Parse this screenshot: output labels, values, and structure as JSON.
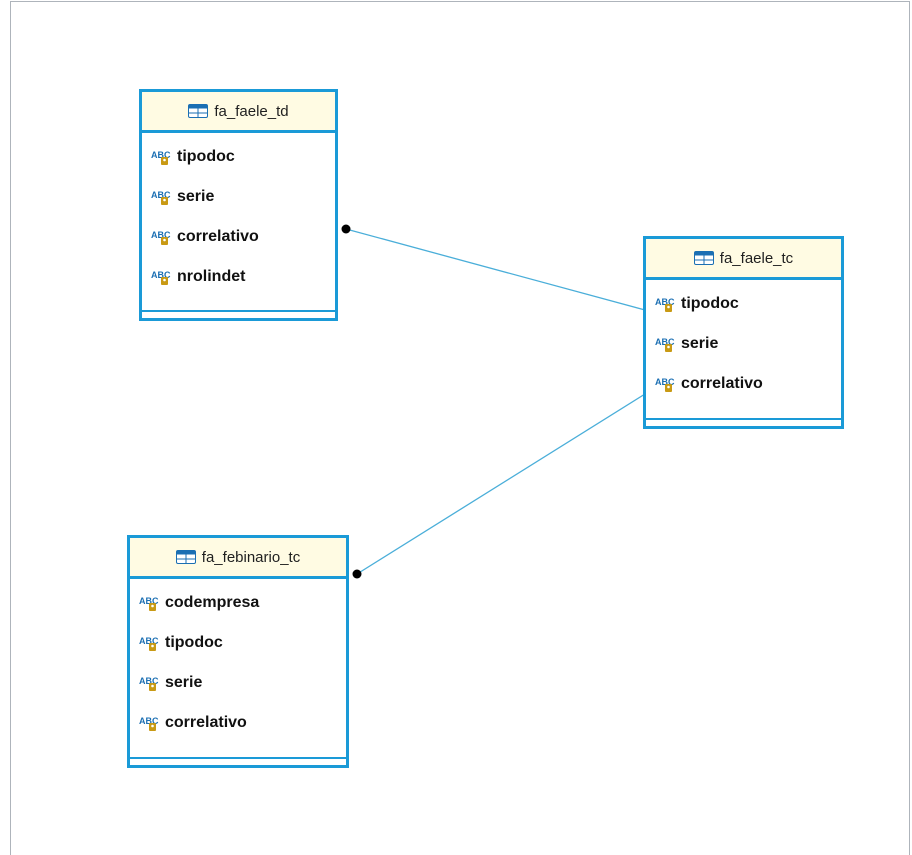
{
  "diagram": {
    "entities": [
      {
        "id": "fa_faele_td",
        "name": "fa_faele_td",
        "columns": [
          "tipodoc",
          "serie",
          "correlativo",
          "nrolindet"
        ]
      },
      {
        "id": "fa_faele_tc",
        "name": "fa_faele_tc",
        "columns": [
          "tipodoc",
          "serie",
          "correlativo"
        ]
      },
      {
        "id": "fa_febinario_tc",
        "name": "fa_febinario_tc",
        "columns": [
          "codempresa",
          "tipodoc",
          "serie",
          "correlativo"
        ]
      }
    ],
    "relations": [
      {
        "from": "fa_faele_td",
        "to": "fa_faele_tc"
      },
      {
        "from": "fa_febinario_tc",
        "to": "fa_faele_tc"
      }
    ],
    "colors": {
      "border": "#1a9ad7",
      "header_bg": "#fffbe3",
      "link": "#4aaed9",
      "icon_blue": "#1b6fb3",
      "icon_gold": "#c99a14"
    },
    "icons": {
      "table": "table-icon",
      "column": "abc-text-column-icon"
    }
  }
}
